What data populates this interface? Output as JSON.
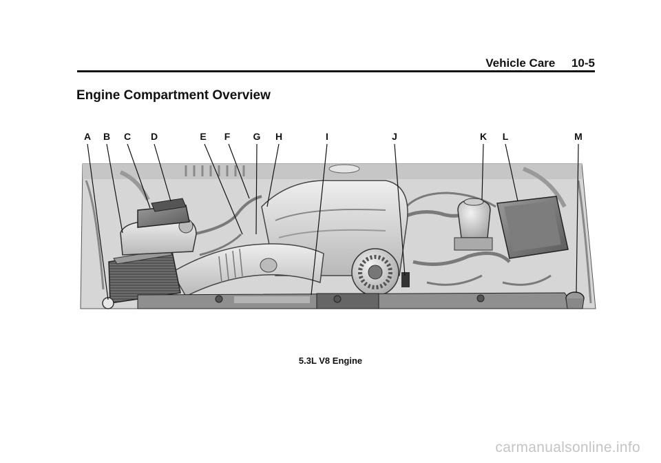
{
  "header": {
    "section": "Vehicle Care",
    "page_number": "10-5"
  },
  "title": "Engine Compartment Overview",
  "figure": {
    "callouts": [
      "A",
      "B",
      "C",
      "D",
      "E",
      "F",
      "G",
      "H",
      "I",
      "J",
      "K",
      "L",
      "M"
    ],
    "caption": "5.3L V8 Engine"
  },
  "watermark": "carmanualsonline.info"
}
